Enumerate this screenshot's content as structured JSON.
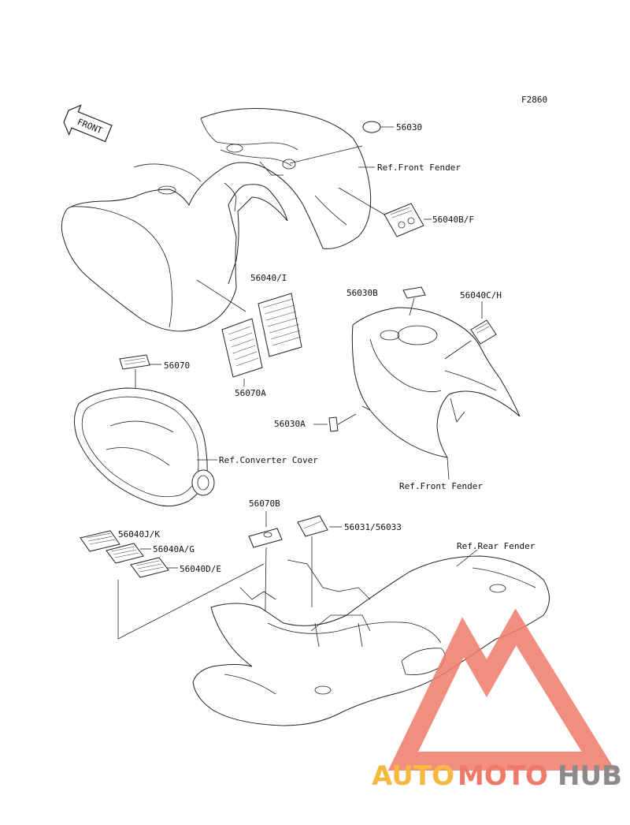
{
  "figure_code": "F2860",
  "front_arrow_label": "FRONT",
  "labels": {
    "p56030": "56030",
    "ref_front_fender_top": "Ref.Front Fender",
    "p56040bf": "56040B/F",
    "p56040i": "56040/I",
    "p56030b": "56030B",
    "p56040ch": "56040C/H",
    "p56070": "56070",
    "p56070a": "56070A",
    "p56030a": "56030A",
    "ref_converter_cover": "Ref.Converter Cover",
    "ref_front_fender_bottom": "Ref.Front Fender",
    "p56070b": "56070B",
    "p56031_56033": "56031/56033",
    "ref_rear_fender": "Ref.Rear Fender",
    "p56040jk": "56040J/K",
    "p56040ag": "56040A/G",
    "p56040de": "56040D/E"
  },
  "watermark": {
    "part1": "AUTO",
    "part2": "MOTO",
    "part3": "HUB",
    "color_orange": "#f5b942",
    "color_red": "#f07a6a",
    "color_gray": "#8a8a8a"
  }
}
